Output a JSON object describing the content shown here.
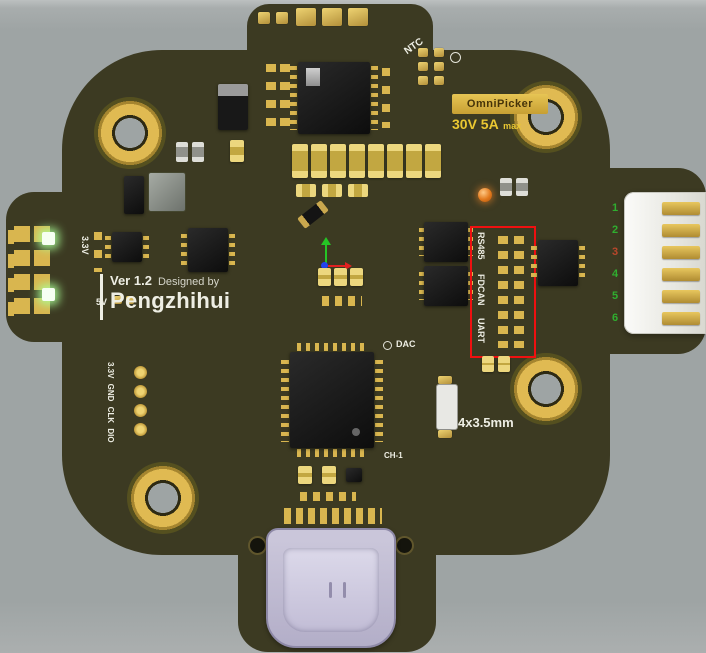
{
  "colors": {
    "background": "#9ea4a4",
    "pcb": "#3c3a22",
    "pad_gold": "#d9b64f",
    "silkscreen": "#eeeee4",
    "annotation_red": "#f01010",
    "brand_gold": "#e7c554",
    "rating_text": "#eac832"
  },
  "badge": {
    "brand": "OmniPicker",
    "rating": "30V 5A",
    "rating_suffix": "max"
  },
  "silkscreen": {
    "ntc": "NTC",
    "version": "Ver 1.2",
    "designed_by": "Designed by",
    "author": "Pengzhihui",
    "rail_3v3": "3.3V",
    "rail_5v": "5V",
    "dac": "DAC",
    "ch1": "CH-1",
    "mount_spec": "4x3.5mm",
    "debug_header": "3.3V GND CLK DIO"
  },
  "interface_box": {
    "labels": [
      "RS485",
      "FDCAN",
      "UART"
    ]
  },
  "connector": {
    "pins": [
      {
        "label": "1",
        "color": "#2fae2f"
      },
      {
        "label": "2",
        "color": "#2fae2f"
      },
      {
        "label": "3",
        "color": "#b9472b"
      },
      {
        "label": "4",
        "color": "#2fae2f"
      },
      {
        "label": "5",
        "color": "#2fae2f"
      },
      {
        "label": "6",
        "color": "#2fae2f"
      }
    ]
  }
}
